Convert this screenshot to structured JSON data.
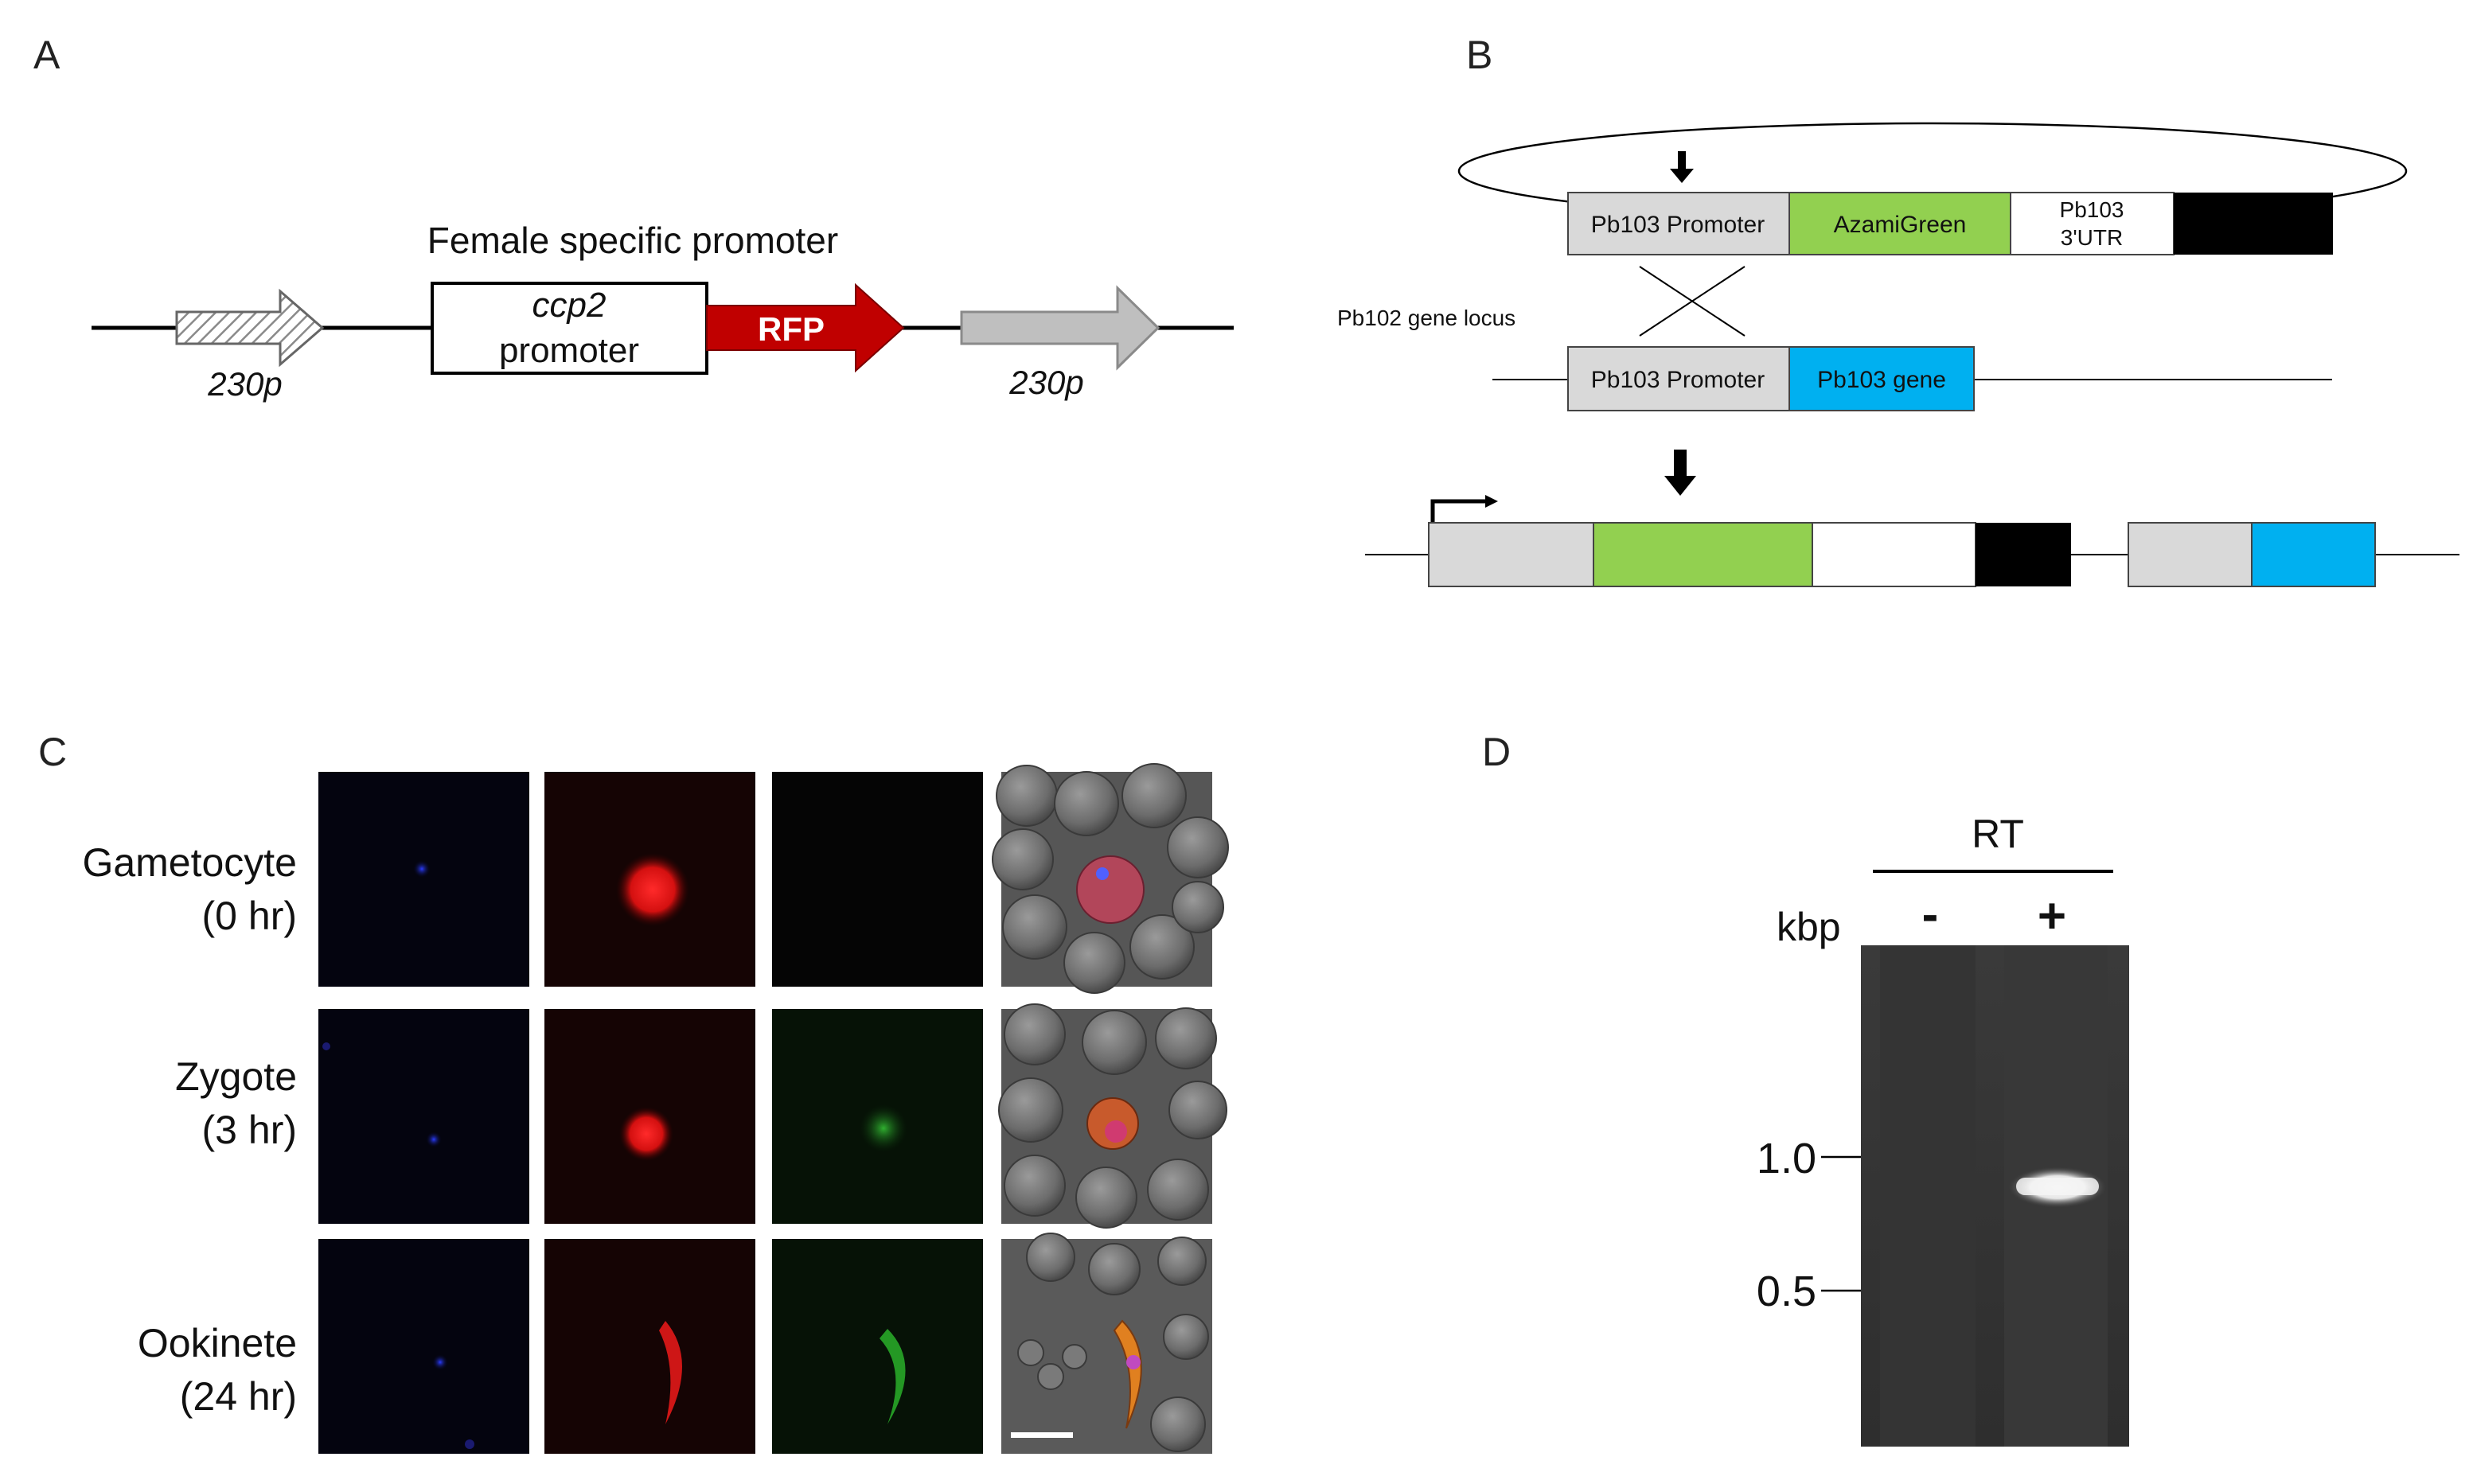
{
  "panels": {
    "a": {
      "letter": "A"
    },
    "b": {
      "letter": "B"
    },
    "c": {
      "letter": "C"
    },
    "d": {
      "letter": "D"
    }
  },
  "panel_a": {
    "title": "Female specific promoter",
    "promoter_name": "ccp2",
    "promoter_word": "promoter",
    "reporter_label": "RFP",
    "flank_left_label": "230p",
    "flank_right_label": "230p",
    "colors": {
      "rfp": "#c00000",
      "flank": "#bfbfbf",
      "line": "#000000"
    }
  },
  "panel_b": {
    "plasmid": {
      "promoter": "Pb103 Promoter",
      "reporter": "AzamiGreen",
      "utr_line1": "Pb103",
      "utr_line2": "3'UTR"
    },
    "locus_label": "Pb102 gene locus",
    "locus": {
      "promoter": "Pb103 Promoter",
      "gene": "Pb103 gene"
    },
    "colors": {
      "promoter": "#d9d9d9",
      "reporter": "#92d050",
      "utr": "#ffffff",
      "marker": "#000000",
      "gene": "#00b0f0"
    }
  },
  "panel_c": {
    "rows": [
      {
        "line1": "Gametocyte",
        "line2": "(0 hr)"
      },
      {
        "line1": "Zygote",
        "line2": "(3 hr)"
      },
      {
        "line1": "Ookinete",
        "line2": "(24 hr)"
      }
    ],
    "channel_colors": {
      "blue": "#1a2bff",
      "red": "#e0141e",
      "green": "#22b02a"
    }
  },
  "panel_d": {
    "header": "RT",
    "unit_label": "kbp",
    "lanes": [
      "-",
      "+"
    ],
    "markers": [
      "1.0",
      "0.5"
    ]
  }
}
